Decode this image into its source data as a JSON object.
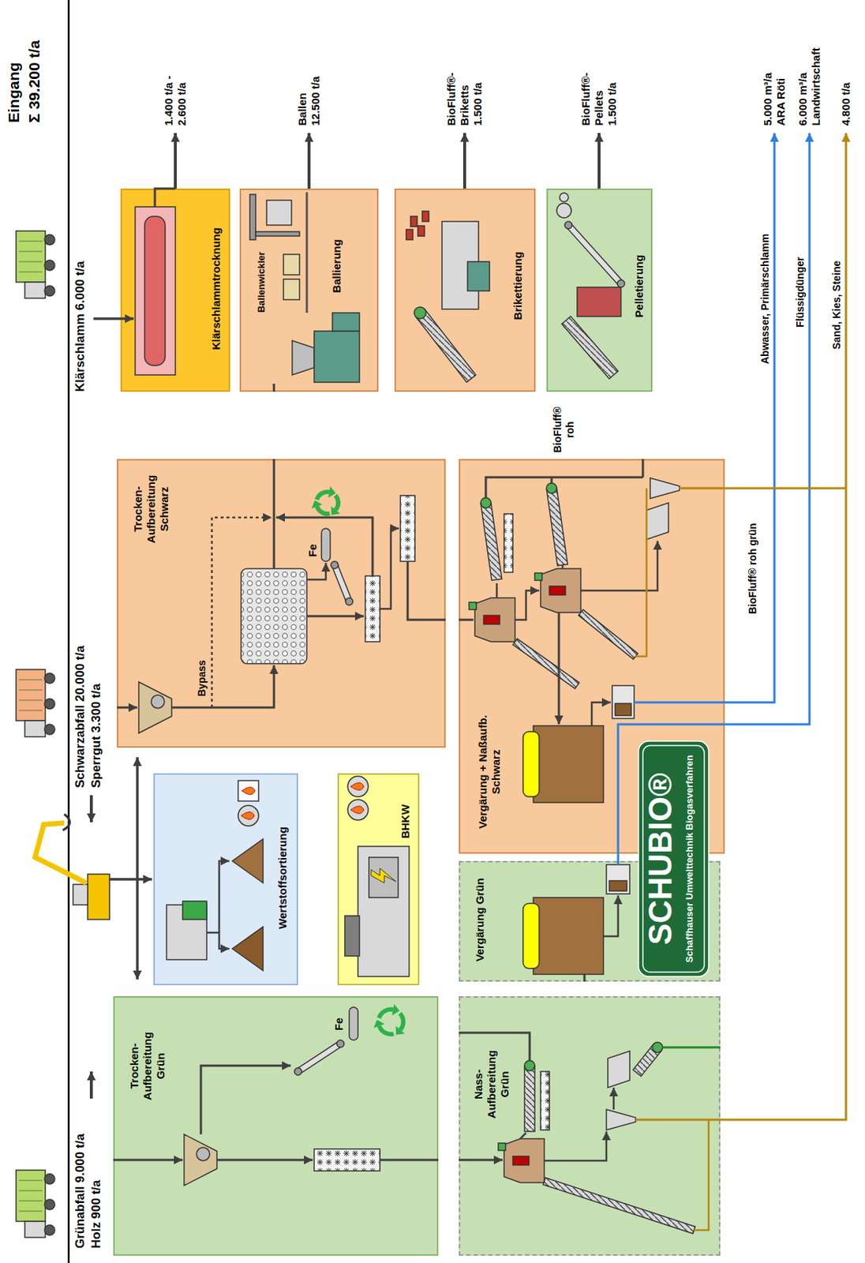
{
  "diagram": {
    "nodes": [
      {
        "text": [
          "Trocken-Aufbereitung Grün"
        ]
      },
      {
        "text": [
          "Wertstoffsortierung"
        ]
      },
      {
        "text": [
          "BHKW"
        ]
      },
      {
        "text": [
          "Trocken-Aufbereitung Schwarz"
        ]
      },
      {
        "text": [
          "Klärschlammtrocknung"
        ]
      },
      {
        "text": [
          "Ballenwickler",
          "Ballierung"
        ]
      },
      {
        "text": [
          "Brikettierung"
        ]
      },
      {
        "text": [
          "Pelletierung"
        ]
      },
      {
        "text": [
          "Nass-Aufbereitung Grün"
        ]
      },
      {
        "text": [
          "Vergärung Grün"
        ]
      },
      {
        "text": [
          "Vergärung + Naßaufb. Schwarz"
        ]
      }
    ],
    "edges": [
      {
        "from": 0,
        "to": 8,
        "arrow": "to"
      },
      {
        "from": 8,
        "to": 9,
        "arrow": "to"
      },
      {
        "from": 8,
        "to": 6,
        "arrow": "to"
      },
      {
        "from": 8,
        "to": 7,
        "arrow": "to",
        "label": "BioFluff® roh grün"
      },
      {
        "from": 3,
        "to": 5,
        "arrow": "to"
      },
      {
        "from": 3,
        "to": 10,
        "arrow": "to"
      },
      {
        "from": 10,
        "to": 6,
        "arrow": "to",
        "label": "BioFluff® roh"
      },
      {
        "from": 9,
        "to": 2,
        "arrow": "to"
      },
      {
        "from": 10,
        "to": 2,
        "arrow": "to"
      },
      {
        "from": 9,
        "to": 4,
        "arrow": "to"
      }
    ],
    "labels": [
      "Grünabfall 9.000 t/a",
      "Holz 900 t/a",
      "Schwarzabfall 20.000 t/a",
      "Sperrgut 3.300 t/a",
      "Klärschlamm 6.000 t/a",
      "Eingang",
      "Σ 39.200 t/a",
      "1.400 t/a - 2.600 t/a",
      "Ballen 12.500 t/a",
      "BioFluff®-Briketts 1.500 t/a",
      "BioFluff®-Pellets 1.500 t/a",
      "5.000 m³/a ARA Röti",
      "6.000 m³/a Landwirtschaft",
      "4.800 t/a",
      "Abwasser, Primärschlamm",
      "Flüssigdünger",
      "Sand, Kies, Steine",
      "Bypass",
      "Fe",
      "Fe",
      "SCHUBIO®",
      "Schaffhauser Umwelttechnik Biogasverfahren"
    ]
  }
}
